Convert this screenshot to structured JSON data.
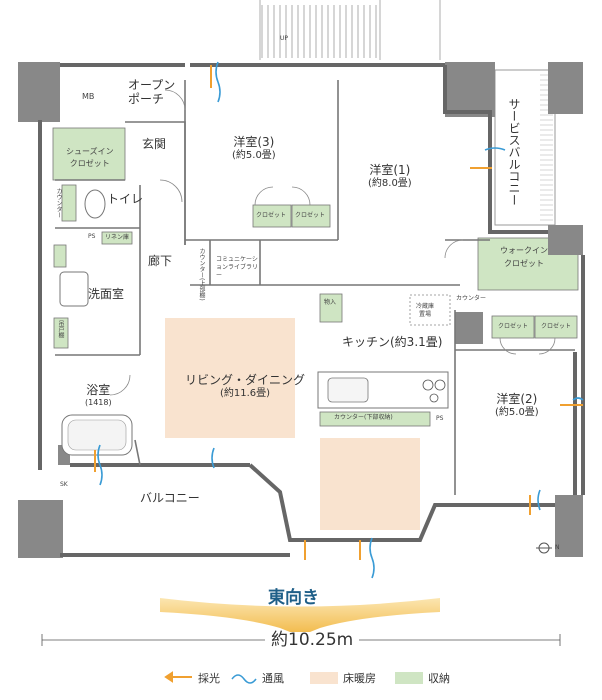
{
  "rooms": {
    "bed3": {
      "name": "洋室(3)",
      "size": "(約5.0畳)"
    },
    "bed1": {
      "name": "洋室(1)",
      "size": "(約8.0畳)"
    },
    "bed2": {
      "name": "洋室(2)",
      "size": "(約5.0畳)"
    },
    "ldk": {
      "name": "リビング・ダイニング",
      "size": "(約11.6畳)"
    },
    "kitchen": {
      "name": "キッチン(約3.1畳)"
    },
    "bath": {
      "name": "浴室",
      "size": "(1418)"
    },
    "washroom": {
      "name": "洗面室"
    },
    "toilet": {
      "name": "トイレ"
    },
    "entrance": {
      "name": "玄関"
    },
    "hallway": {
      "name": "廊下"
    },
    "balcony": {
      "name": "バルコニー"
    },
    "service_balcony": {
      "name": "サービスバルコニー"
    },
    "open_porch": {
      "line1": "オープン",
      "line2": "ポーチ"
    },
    "mb": {
      "name": "MB"
    },
    "shoes_closet": {
      "line1": "シューズイン",
      "line2": "クロゼット"
    },
    "wic": {
      "line1": "ウォークイン",
      "line2": "クロゼット"
    }
  },
  "fixtures": {
    "closet": "クロゼット",
    "counter": "カウンター",
    "counter_toilet": "カウンター",
    "counter_lower": "カウンター(下部収納)",
    "counter_upper": "カウンター(上部棚)",
    "comm_library": "コミュニケーションライブラリー",
    "storage": "物入",
    "fridge_line1": "冷蔵庫",
    "fridge_line2": "置場",
    "ps": "PS",
    "linen": "リネン庫",
    "kamidana": "吊戸棚",
    "sk": "SK",
    "up": "UP",
    "n_mark": "N"
  },
  "orientation": "東向き",
  "width": "約10.25m",
  "legend": [
    {
      "label": "採光",
      "color": "#f0a030"
    },
    {
      "label": "通風",
      "color": "#3a9bd5"
    },
    {
      "label": "床暖房",
      "color": "#f9e3cf"
    },
    {
      "label": "収納",
      "color": "#cfe5c3"
    }
  ]
}
